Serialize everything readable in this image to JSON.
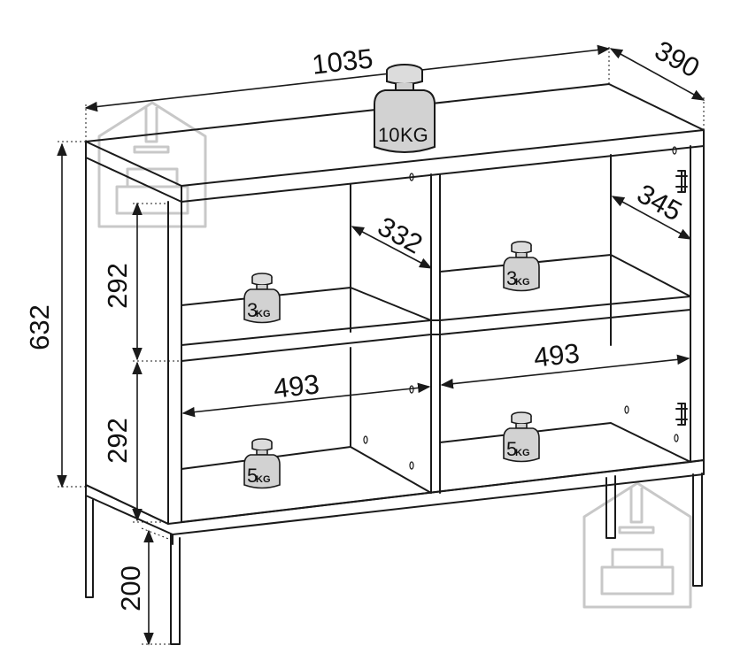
{
  "dimensions": {
    "width": "1035",
    "depth": "390",
    "height": "632",
    "shelf_height_upper": "292",
    "shelf_height_lower": "292",
    "leg_height": "200",
    "inner_depth_left": "332",
    "inner_depth_right": "345",
    "inner_width_left": "493",
    "inner_width_right": "493"
  },
  "weights": {
    "top": {
      "num": "10",
      "unit": "KG"
    },
    "upper_left": {
      "num": "3",
      "unit": "KG"
    },
    "upper_right": {
      "num": "3",
      "unit": "KG"
    },
    "lower_left": {
      "num": "5",
      "unit": "KG"
    },
    "lower_right": {
      "num": "5",
      "unit": "KG"
    }
  },
  "colors": {
    "line": "#1a1a1a",
    "watermark": "#c8c8c8"
  },
  "icons": [
    "house-sofa-watermark-icon",
    "hinge-icon"
  ]
}
